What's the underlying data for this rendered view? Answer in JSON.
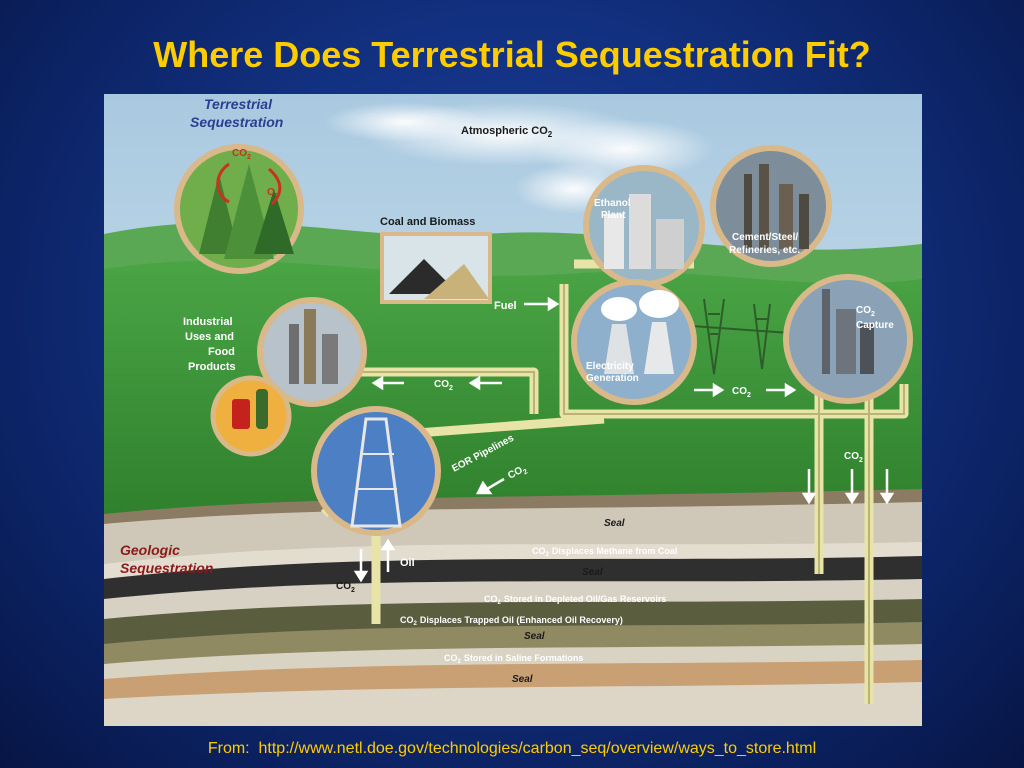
{
  "slide": {
    "title": "Where Does Terrestrial Sequestration Fit?",
    "source_prefix": "From:",
    "source_url": "http://www.netl.doe.gov/technologies/carbon_seq/overview/ways_to_store.html"
  },
  "diagram": {
    "terrestrial_heading_line1": "Terrestrial",
    "terrestrial_heading_line2": "Sequestration",
    "geologic_heading_line1": "Geologic",
    "geologic_heading_line2": "Sequestration",
    "atmospheric_co2": "Atmospheric CO",
    "co2_cycle_co2": "CO",
    "co2_cycle_o2": "O",
    "coal_biomass": "Coal and Biomass",
    "fuel": "Fuel",
    "ethanol_plant_line1": "Ethanol",
    "ethanol_plant_line2": "Plant",
    "cement_line1": "Cement/Steel/",
    "cement_line2": "Refineries, etc.",
    "industrial_line1": "Industrial",
    "industrial_line2": "Uses and",
    "industrial_line3": "Food",
    "industrial_line4": "Products",
    "electricity_line1": "Electricity",
    "electricity_line2": "Generation",
    "co2_capture_line1": "CO",
    "co2_capture_line2": "Capture",
    "co2_pipe_left": "CO",
    "co2_pipe_right": "CO",
    "eor_pipelines": "EOR Pipelines",
    "eor_co2": "CO",
    "co2_down": "CO",
    "oil": "Oil",
    "well_co2": "CO",
    "seal_1": "Seal",
    "methane_coal": "Displaces Methane from Coal",
    "seal_2": "Seal",
    "depleted_reservoirs": "Stored in Depleted Oil/Gas Reservoirs",
    "enhanced_oil": "Displaces Trapped Oil (Enhanced Oil Recovery)",
    "seal_3": "Seal",
    "saline": "Stored in Saline Formations",
    "seal_4": "Seal",
    "co2_prefix": "CO",
    "subscript_2": "2"
  },
  "colors": {
    "title": "#ffcc00",
    "pipe": "#e8e4a8",
    "label_dark": "#1a1a1a",
    "heading_blue": "#2a3f8f",
    "geologic_red": "#8b1a1a",
    "grass": "#3e9a3a"
  }
}
